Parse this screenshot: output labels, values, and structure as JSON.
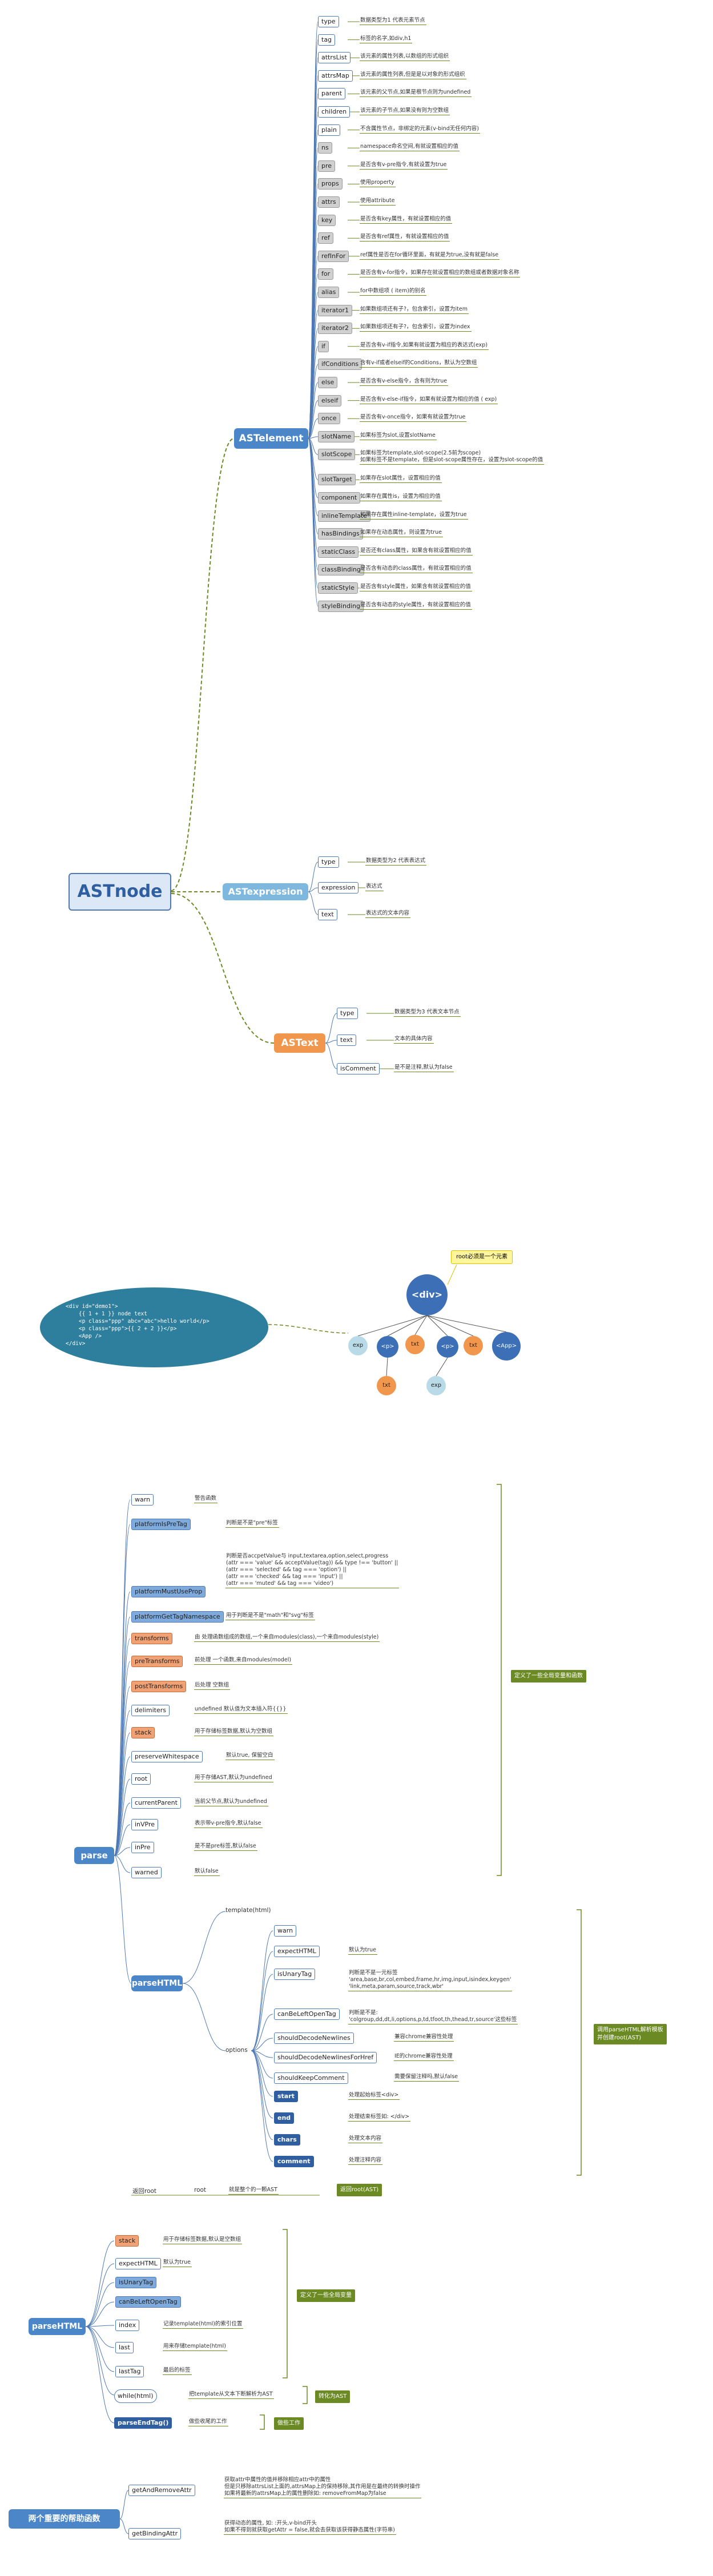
{
  "diagram": {
    "colors": {
      "line": "#6c8a24",
      "blue": "#4f79b4",
      "orange": "#f1974d"
    },
    "astnode": {
      "root": "ASTnode",
      "element": {
        "label": "ASTelement",
        "props": [
          {
            "name": "type",
            "desc": "数据类型为1 代表元素节点"
          },
          {
            "name": "tag",
            "desc": "标签的名字,如div,h1"
          },
          {
            "name": "attrsList",
            "desc": "该元素的属性列表,以数组的形式组织"
          },
          {
            "name": "attrsMap",
            "desc": "该元素的属性列表,但是是以对象的形式组织"
          },
          {
            "name": "parent",
            "desc": "该元素的父节点,如果是根节点则为undefined"
          },
          {
            "name": "children",
            "desc": "该元素的子节点,如果没有则为空数组"
          },
          {
            "name": "plain",
            "desc": "不含属性节点，非绑定的元素(v-bind无任何内容)"
          },
          {
            "name": "ns",
            "desc": "namespace命名空间,有就设置相应的值"
          },
          {
            "name": "pre",
            "desc": "是否含有v-pre指令,有就设置为true"
          },
          {
            "name": "props",
            "desc": "使用property"
          },
          {
            "name": "attrs",
            "desc": "使用attribute"
          },
          {
            "name": "key",
            "desc": "是否含有key属性，有就设置相应的值"
          },
          {
            "name": "ref",
            "desc": "是否含有ref属性，有就设置相应的值"
          },
          {
            "name": "refInFor",
            "desc": "ref属性是否在for循环里面，有就是为true,没有就是false"
          },
          {
            "name": "for",
            "desc": "是否含有v-for指令，如果存在就设置相应的数组或者数据对象名称"
          },
          {
            "name": "alias",
            "desc": "for中数组项 ( item)的别名"
          },
          {
            "name": "iterator1",
            "desc": "如果数组项还有子?，包含索引，设置为item"
          },
          {
            "name": "iterator2",
            "desc": "如果数组项还有子?，包含索引，设置为index"
          },
          {
            "name": "if",
            "desc": "是否含有v-if指令,如果有就设置为相应的表达式(exp)"
          },
          {
            "name": "ifConditions",
            "desc": "含有v-if或者elseif的Conditions，默认为空数组"
          },
          {
            "name": "else",
            "desc": "是否含有v-else指令，含有则为true"
          },
          {
            "name": "elseif",
            "desc": "是否含有v-else-if指令，如果有就设置为相应的值 ( exp)"
          },
          {
            "name": "once",
            "desc": "是否含有v-once指令，如果有就设置为true"
          },
          {
            "name": "slotName",
            "desc": "如果标签为slot,设置slotName"
          },
          {
            "name": "slotScope",
            "desc": "如果标签为template,slot-scope(2.5前为scope)\n如果标签不是template，但是slot-scope属性存在，设置为slot-scope的值"
          },
          {
            "name": "slotTarget",
            "desc": "如果存在slot属性，设置相应的值"
          },
          {
            "name": "component",
            "desc": "如果存在属性is，设置为相应的值"
          },
          {
            "name": "inlineTemplate",
            "desc": "如果存在属性inline-template，设置为true"
          },
          {
            "name": "hasBindings",
            "desc": "如果存在动态属性，则设置为true"
          },
          {
            "name": "staticClass",
            "desc": "是否还有class属性，如果含有就设置相应的值"
          },
          {
            "name": "classBinding",
            "desc": "是否含有动态的class属性，有就设置相应的值"
          },
          {
            "name": "staticStyle",
            "desc": "是否含有style属性，如果含有就设置相应的值"
          },
          {
            "name": "styleBinding",
            "desc": "是否含有动态的style属性，有就设置相应的值"
          }
        ]
      },
      "expression": {
        "label": "ASTexpression",
        "props": [
          {
            "name": "type",
            "desc": "数据类型为2 代表表达式"
          },
          {
            "name": "expression",
            "desc": "表达式"
          },
          {
            "name": "text",
            "desc": "表达式的文本内容"
          }
        ]
      },
      "text": {
        "label": "ASText",
        "props": [
          {
            "name": "type",
            "desc": "数据类型为3 代表文本节点"
          },
          {
            "name": "text",
            "desc": "文本的具体内容"
          },
          {
            "name": "isComment",
            "desc": "是不是注释,默认为false"
          }
        ]
      }
    },
    "example": {
      "code": "<div id=\"demo1\">\n    {{ 1 + 1 }} node text\n    <p class=\"ppp\" abc=\"abc\">hello world</p>\n    <p class=\"ppp\">{{ 2 + 2 }}</p>\n    <App />\n</div>",
      "note": "root必须是一个元素",
      "root_tag": "<div>",
      "children": [
        "exp",
        "<p>",
        "txt",
        "<p>",
        "txt",
        "<App>"
      ],
      "grandchildren": [
        "txt",
        "exp"
      ]
    },
    "parse": {
      "label": "parse",
      "items": [
        {
          "name": "warn",
          "desc": "警告函数"
        },
        {
          "name": "platformIsPreTag",
          "desc": "判断是不是\"pre\"标签"
        },
        {
          "name": "platformMustUseProp",
          "desc": "判断是否accpetValue与 input,textarea,option,select,progress\n(attr === 'value' && acceptValue(tag)) && type !== 'button' ||\n(attr === 'selected' && tag === 'option') ||\n(attr === 'checked' && tag === 'input') ||\n(attr === 'muted' && tag === 'video')"
        },
        {
          "name": "platformGetTagNamespace",
          "desc": "用于判断是不是\"math\"和\"svg\"标签"
        },
        {
          "name": "transforms",
          "desc": "由 处理函数组成的数组,一个来自modules(class),一个来自modules(style)"
        },
        {
          "name": "preTransforms",
          "desc": "前处理 一个函数,来自modules(model)"
        },
        {
          "name": "postTransforms",
          "desc": "后处理 空数组"
        },
        {
          "name": "delimiters",
          "desc": "undefined 默认值为文本插入符{{}}"
        },
        {
          "name": "stack",
          "desc": "用于存储标签数据,默认为空数组"
        },
        {
          "name": "preserveWhitespace",
          "desc": "默认true, 保留空白"
        },
        {
          "name": "root",
          "desc": "用于存储AST,默认为undefined"
        },
        {
          "name": "currentParent",
          "desc": "当前父节点,默认为undefined"
        },
        {
          "name": "inVPre",
          "desc": "表示带v-pre指令,默认false"
        },
        {
          "name": "inPre",
          "desc": "是不是pre标签,默认false"
        },
        {
          "name": "warned",
          "desc": "默认false"
        }
      ],
      "note": "定义了一些全局变量和函数"
    },
    "parse_html_call": {
      "label": "parseHTML",
      "template": "template(html)",
      "options_label": "options",
      "options": [
        {
          "name": "warn",
          "desc": ""
        },
        {
          "name": "expectHTML",
          "desc": "默认为true"
        },
        {
          "name": "isUnaryTag",
          "desc": "判断是不是一元标签\n'area,base,br,col,embed,frame,hr,img,input,isindex,keygen'\n'link,meta,param,source,track,wbr'"
        },
        {
          "name": "canBeLeftOpenTag",
          "desc": "判断是不是:\n'colgroup,dd,dt,li,options,p,td,tfoot,th,thead,tr,source'这些标签"
        },
        {
          "name": "shouldDecodeNewlines",
          "desc": "兼容chrome兼容性处理"
        },
        {
          "name": "shouldDecodeNewlinesForHref",
          "desc": "IE的chrome兼容性处理"
        },
        {
          "name": "shouldKeepComment",
          "desc": "需要保留注释吗,默认false"
        },
        {
          "name": "start",
          "desc": "处理起始标签<div>"
        },
        {
          "name": "end",
          "desc": "处理结束标签如: </div>"
        },
        {
          "name": "chars",
          "desc": "处理文本内容"
        },
        {
          "name": "comment",
          "desc": "处理注释内容"
        }
      ],
      "return_label": "返回root",
      "return_box": "root",
      "return_desc": "就是整个的一颗AST",
      "return_note": "返回root(AST)",
      "note": "调用parseHTML解析模板\n并创建root(AST)"
    },
    "parse_html_def": {
      "label": "parseHTML",
      "items": [
        {
          "name": "stack",
          "desc": "用于存储标签数据,默认是空数组"
        },
        {
          "name": "expectHTML",
          "desc": "默认为true"
        },
        {
          "name": "isUnaryTag",
          "desc": ""
        },
        {
          "name": "canBeLeftOpenTag",
          "desc": ""
        },
        {
          "name": "index",
          "desc": "记录template(html)的索引位置"
        },
        {
          "name": "last",
          "desc": "用来存储template(html)"
        },
        {
          "name": "lastTag",
          "desc": "最后的标签"
        }
      ],
      "note": "定义了一些全局变量",
      "while_label": "while(html)",
      "while_desc": "把template从文本下断解析为AST",
      "while_note": "转化为AST",
      "end_label": "parseEndTag()",
      "end_desc": "做些收尾的工作",
      "end_note": "做些工作"
    },
    "helpers": {
      "label": "两个重要的帮助函数",
      "items": [
        {
          "name": "getAndRemoveAttr",
          "desc": "获取attr中属性的值并移除相应attr中的属性\n但是只移除attrsList上面的,attrsMap上的保持移除,其作用是在最终的转换时操作\n如果将最新的attrsMap上的属性删除如: removeFromMap为false"
        },
        {
          "name": "getBindingAttr",
          "desc": "获得动态的属性, 如: :开头,v-bind开头\n如果不得到就获取getAttr = false,就会去获取该获得静态属性(字符串)"
        }
      ]
    }
  }
}
